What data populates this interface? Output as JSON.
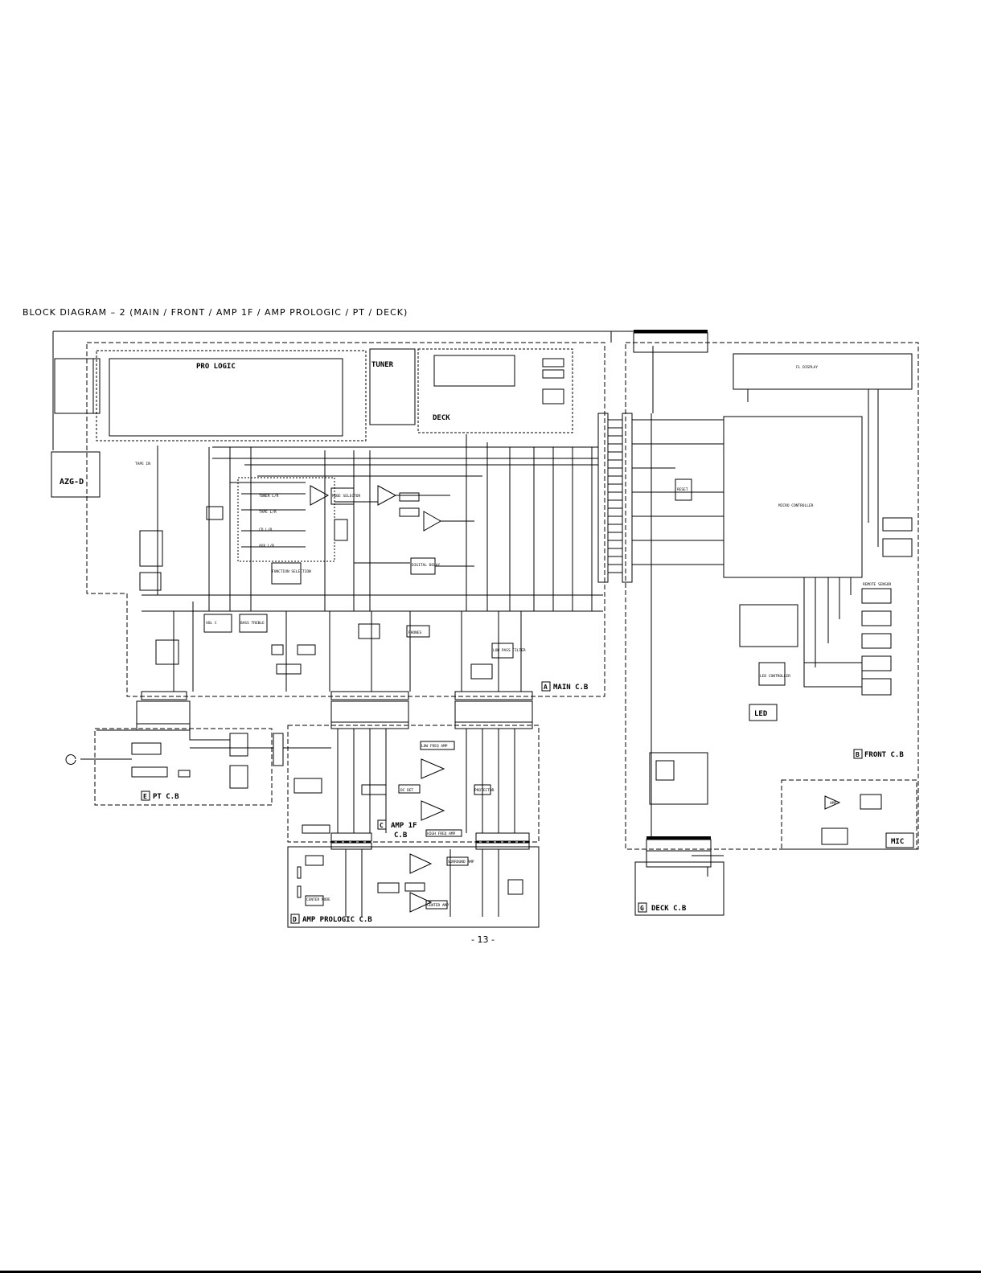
{
  "page": {
    "title": "BLOCK DIAGRAM – 2 (MAIN / FRONT / AMP 1F / AMP PROLOGIC / PT / DECK)",
    "page_number": "- 13 -"
  },
  "boards": {
    "main": "MAIN C.B",
    "main_letter": "A",
    "front": "FRONT C.B",
    "front_letter": "B",
    "amp1f_line1": "AMP 1F",
    "amp1f_line2": "C.B",
    "amp1f_letter": "C",
    "prologic": "AMP PROLOGIC C.B",
    "prologic_letter": "D",
    "pt": "PT C.B",
    "pt_letter": "E",
    "deck": "DECK C.B",
    "deck_letter": "G",
    "mic": "MIC"
  },
  "blocks": {
    "pro_logic": "PRO LOGIC",
    "tuner": "TUNER",
    "deck": "DECK",
    "mechanism": "AZG-D",
    "led": "LED",
    "reset": "RESET",
    "micro_controller": "MICRO CONTROLLER",
    "mode_selector": "MODE SELECTOR",
    "low_pass_filter": "LOW PASS FILTER",
    "led_controller": "LED CONTROLLER",
    "remote_sensor": "REMOTE SENSOR",
    "digital_delay": "DIGITAL DELAY",
    "center_mode_selector": "CENTER MODE",
    "function_selection": "FUNCTION SELECTION",
    "dc_det": "DC DET",
    "low_freq_amp": "LOW FREQ AMP",
    "high_freq_amp": "HIGH FREQ AMP",
    "surround_amp": "SURROUND AMP",
    "center_amp": "CENTER AMP",
    "protector": "PROTECTOR",
    "fl_display": "FL DISPLAY",
    "vol_c": "VOL C",
    "bass_treble": "BASS TREBLE",
    "mic_amp": "AMP"
  },
  "switch_labels": [
    "TUNER L/R",
    "TAPE L/R",
    "CD L/R",
    "AUX L/R"
  ],
  "front_jacks": [
    "TAPE IN",
    "PHONES"
  ]
}
